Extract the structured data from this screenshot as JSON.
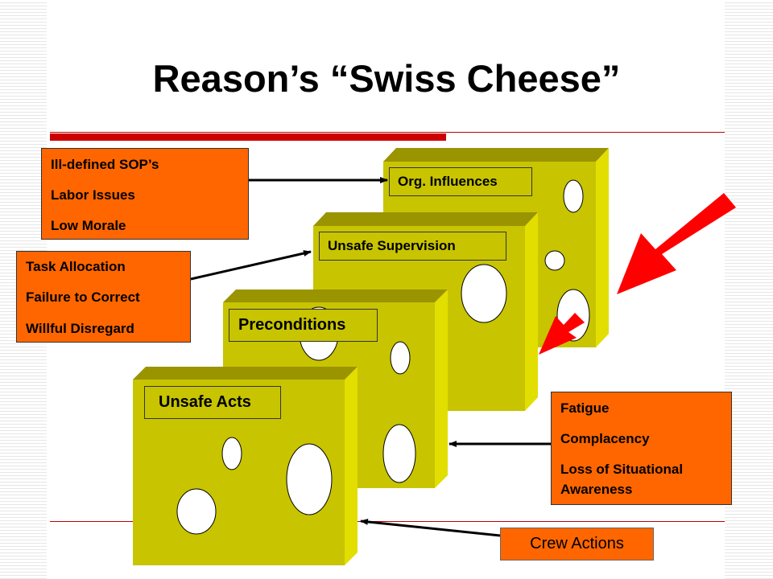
{
  "title": "Reason’s “Swiss Cheese”",
  "layers": [
    {
      "label": "Org. Influences"
    },
    {
      "label": "Unsafe Supervision"
    },
    {
      "label": "Preconditions"
    },
    {
      "label": "Unsafe Acts"
    }
  ],
  "factor_boxes": {
    "organizational": [
      "Ill-defined SOP’s",
      "Labor Issues",
      "Low Morale"
    ],
    "supervision": [
      "Task Allocation",
      "Failure to Correct",
      "Willful Disregard"
    ],
    "preconditions": [
      "Fatigue",
      "Complacency",
      "Loss of Situational",
      "Awareness"
    ]
  },
  "crew_actions": "Crew Actions",
  "colors": {
    "cheese_front": "#c8c400",
    "cheese_side": "#e2de00",
    "cheese_top": "#9a9400",
    "factor_box": "#ff6600",
    "hazard_arrow": "#ff0000",
    "rule": "#cc0000"
  }
}
